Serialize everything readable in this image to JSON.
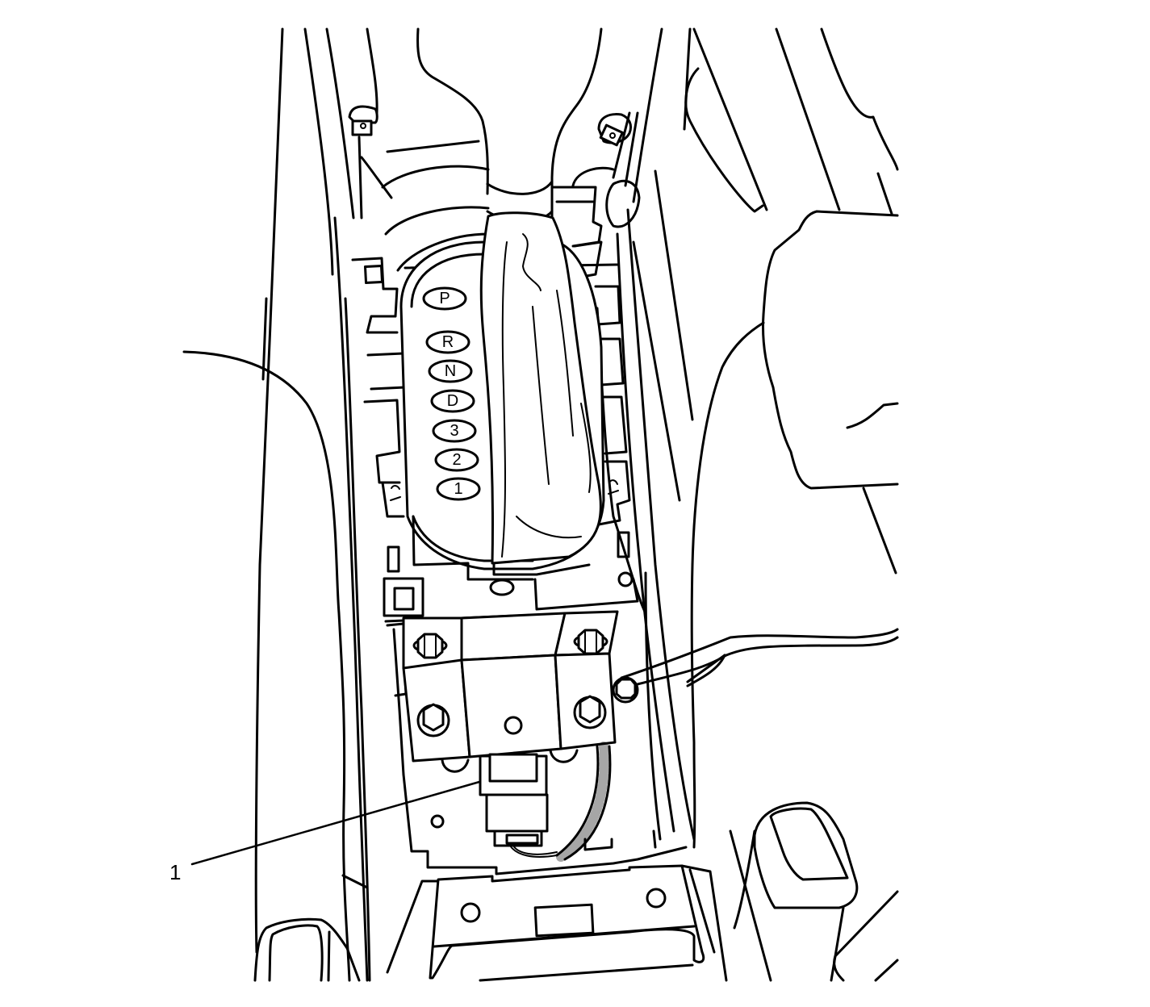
{
  "diagram": {
    "type": "service-illustration",
    "subject": "Floor console with shifter indicator / automatic transmission shift lock control area",
    "background_color": "#ffffff",
    "line_color": "#000000"
  },
  "shift_indicator": {
    "positions": [
      {
        "label": "P"
      },
      {
        "label": "R"
      },
      {
        "label": "N"
      },
      {
        "label": "D"
      },
      {
        "label": "3"
      },
      {
        "label": "2"
      },
      {
        "label": "1"
      }
    ]
  },
  "callouts": [
    {
      "number": "1",
      "target": "connector"
    }
  ]
}
